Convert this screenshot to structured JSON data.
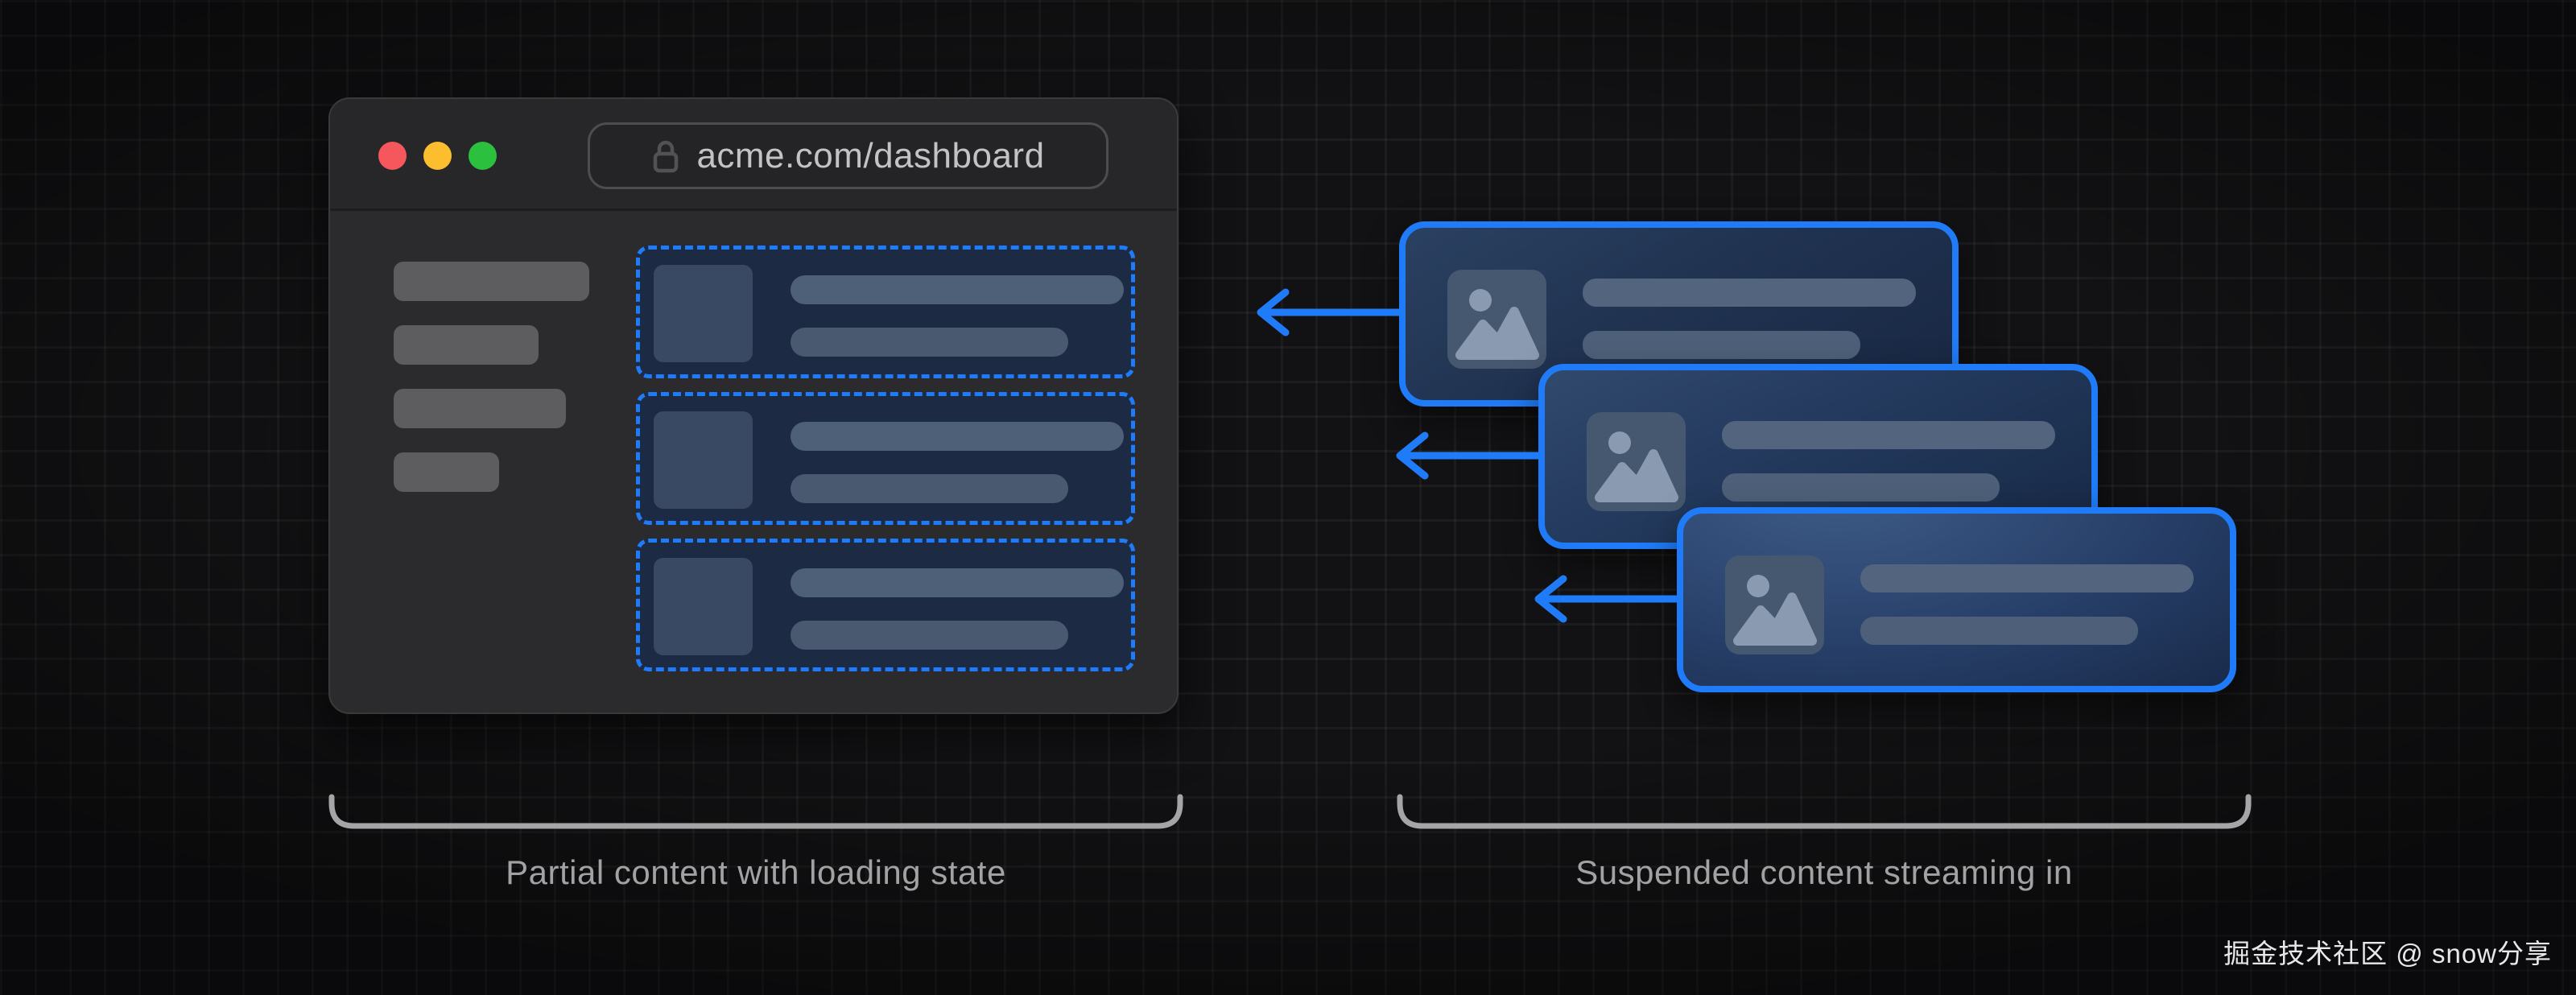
{
  "colors": {
    "accent": "#1f7bf7",
    "bg": "#121214",
    "caption": "#a2a2a4",
    "bracket": "#a5a5a7"
  },
  "window": {
    "url": "acme.com/dashboard",
    "traffic_lights": {
      "close": "#f6575c",
      "minimize": "#fcbd2e",
      "zoom": "#2cc03f"
    },
    "lock_icon": "lock-icon",
    "sidebar_skeleton_bars": 4,
    "loading_cards": 3
  },
  "stream": {
    "cards": 3,
    "arrows": 3,
    "image_icon": "image-placeholder-icon"
  },
  "captions": {
    "left": "Partial content with loading state",
    "right": "Suspended content streaming in"
  },
  "watermark": "掘金技术社区 @ snow分享"
}
